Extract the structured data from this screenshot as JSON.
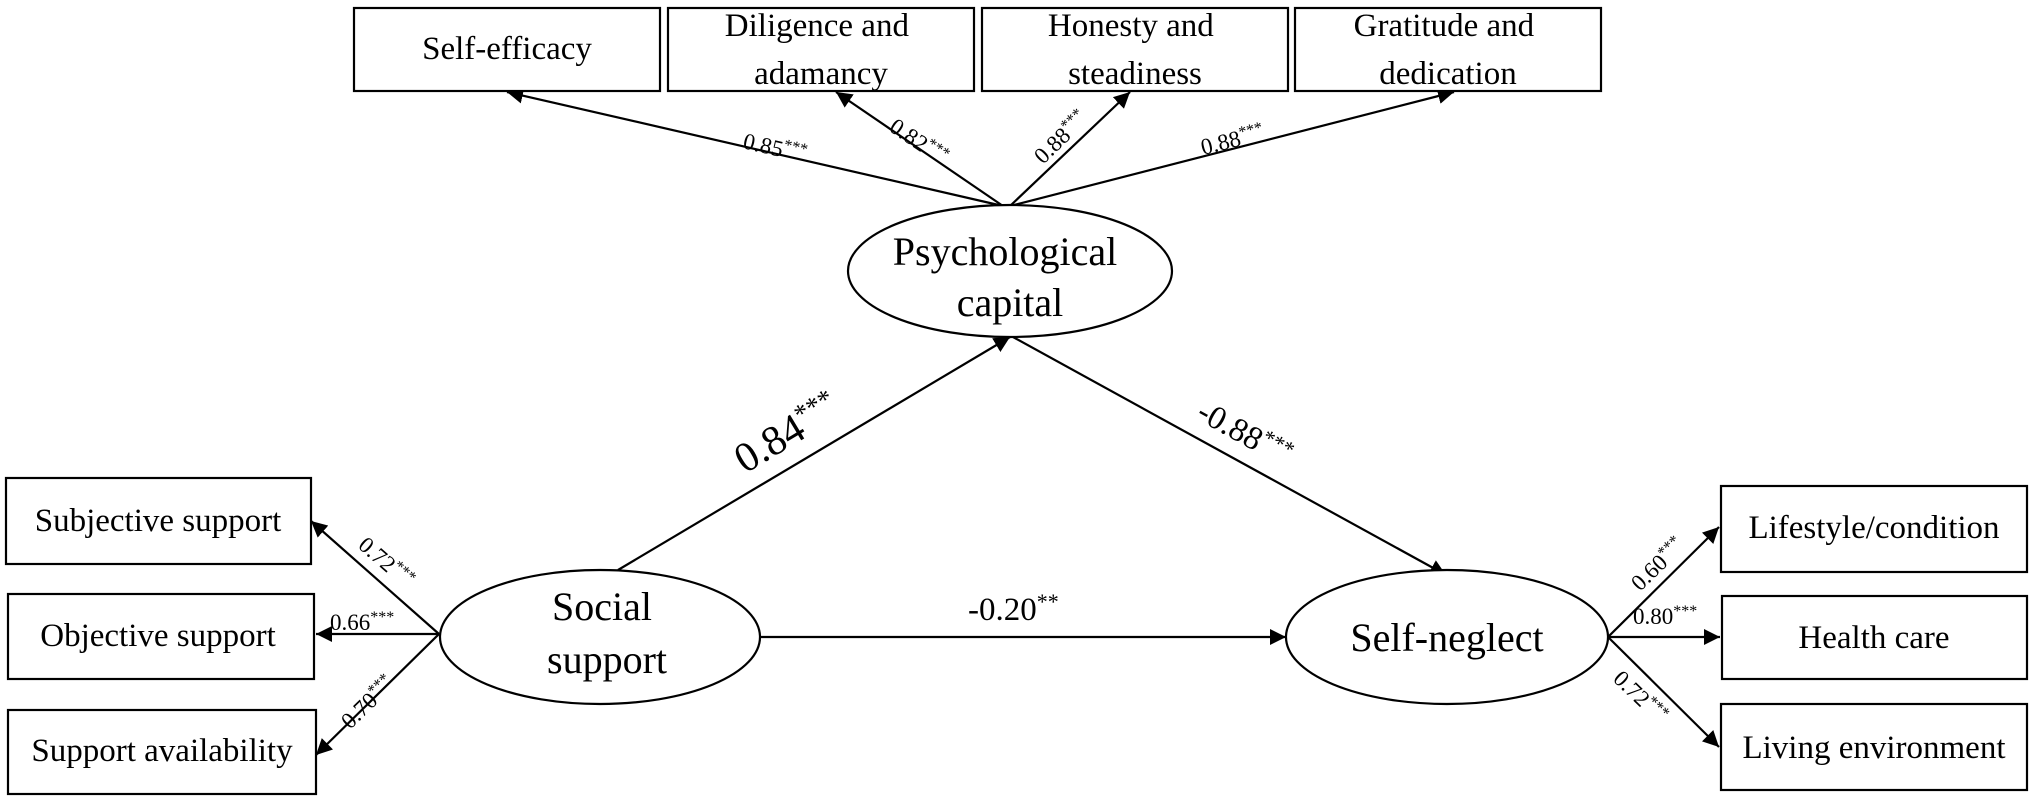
{
  "diagram": {
    "nodes": {
      "self_efficacy": {
        "lines": [
          "Self-efficacy"
        ]
      },
      "diligence": {
        "lines": [
          "Diligence and",
          "adamancy"
        ]
      },
      "honesty": {
        "lines": [
          "Honesty and",
          "steadiness"
        ]
      },
      "gratitude": {
        "lines": [
          "Gratitude and",
          "dedication"
        ]
      },
      "psych_capital": {
        "lines": [
          "Psychological",
          "capital"
        ]
      },
      "social_support": {
        "lines": [
          "Social",
          "support"
        ]
      },
      "self_neglect": {
        "lines": [
          "Self-neglect"
        ]
      },
      "subjective": {
        "lines": [
          "Subjective support"
        ]
      },
      "objective": {
        "lines": [
          "Objective support"
        ]
      },
      "availability": {
        "lines": [
          "Support availability"
        ]
      },
      "lifestyle": {
        "lines": [
          "Lifestyle/condition"
        ]
      },
      "health_care": {
        "lines": [
          "Health care"
        ]
      },
      "living_env": {
        "lines": [
          "Living environment"
        ]
      }
    },
    "edges": {
      "pc_self_efficacy": {
        "value": "0.85",
        "stars": "***"
      },
      "pc_diligence": {
        "value": "0.82",
        "stars": "***"
      },
      "pc_honesty": {
        "value": "0.88",
        "stars": "***"
      },
      "pc_gratitude": {
        "value": "0.88",
        "stars": "***"
      },
      "ss_pc": {
        "value": "0.84",
        "stars": "***"
      },
      "pc_sn": {
        "value": "-0.88",
        "stars": "***"
      },
      "ss_sn": {
        "value": "-0.20",
        "stars": "**"
      },
      "ss_subjective": {
        "value": "0.72",
        "stars": "***"
      },
      "ss_objective": {
        "value": "0.66",
        "stars": "***"
      },
      "ss_availability": {
        "value": "0.70",
        "stars": "***"
      },
      "sn_lifestyle": {
        "value": "0.60",
        "stars": "***"
      },
      "sn_health_care": {
        "value": "0.80",
        "stars": "***"
      },
      "sn_living_env": {
        "value": "0.72",
        "stars": "***"
      }
    }
  }
}
